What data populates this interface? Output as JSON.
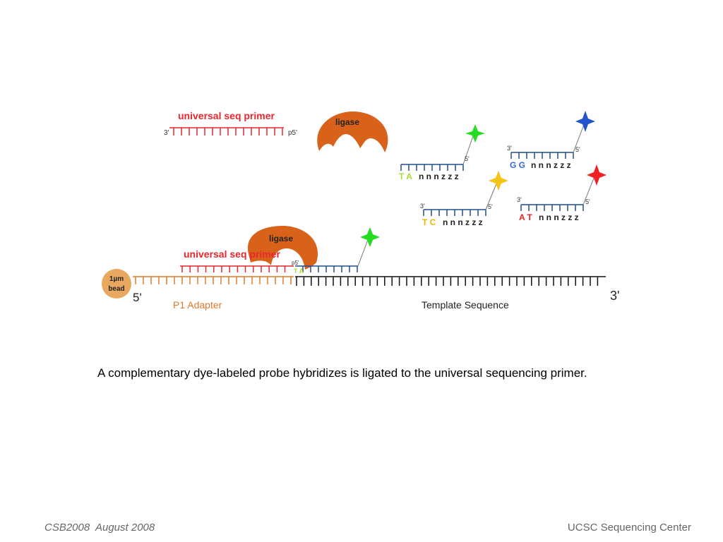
{
  "diagram": {
    "top_primer": {
      "label": "universal seq primer",
      "end_left": "3'",
      "end_right": "p5'"
    },
    "ligase_top": {
      "label": "ligase"
    },
    "ligase_bottom": {
      "label": "ligase"
    },
    "bottom_primer": {
      "label": "universal seq primer",
      "p5_label": "p5'"
    },
    "bead": {
      "line1": "1µm",
      "line2": "bead"
    },
    "adapter": {
      "five_prime": "5'",
      "label": "P1 Adapter"
    },
    "template": {
      "label": "Template Sequence",
      "three_prime": "3'"
    },
    "probes": [
      {
        "bases": "T A",
        "tail": "n n n z z z",
        "end_left": "",
        "end_right": "5'",
        "dye_color": "#22dd22",
        "base_colors": [
          "#aadd33",
          "#aadd33"
        ]
      },
      {
        "bases": "G G",
        "tail": "n n n z z z",
        "end_left": "3'",
        "end_right": "5'",
        "dye_color": "#2255cc",
        "base_colors": [
          "#3366dd",
          "#3366dd"
        ]
      },
      {
        "bases": "T C",
        "tail": "n n n z z z",
        "end_left": "3'",
        "end_right": "5'",
        "dye_color": "#f5c518",
        "base_colors": [
          "#f0b400",
          "#f0b400"
        ]
      },
      {
        "bases": "A T",
        "tail": "n n n z z z",
        "end_left": "3'",
        "end_right": "5'",
        "dye_color": "#ee2222",
        "base_colors": [
          "#ee2222",
          "#ee2222"
        ]
      }
    ],
    "bound_probe": {
      "bases": "T A",
      "dye_color": "#22dd22"
    },
    "colors": {
      "primer": "#e8262e",
      "adapter": "#e07a2a",
      "ligase": "#d9621a",
      "probe": "#1f4e8c",
      "template": "#111111",
      "bead": "#e8a860"
    }
  },
  "caption": "A complementary dye-labeled probe hybridizes is ligated to the universal sequencing primer.",
  "footer": {
    "left": "CSB2008  August 2008",
    "right": "UCSC Sequencing Center"
  }
}
